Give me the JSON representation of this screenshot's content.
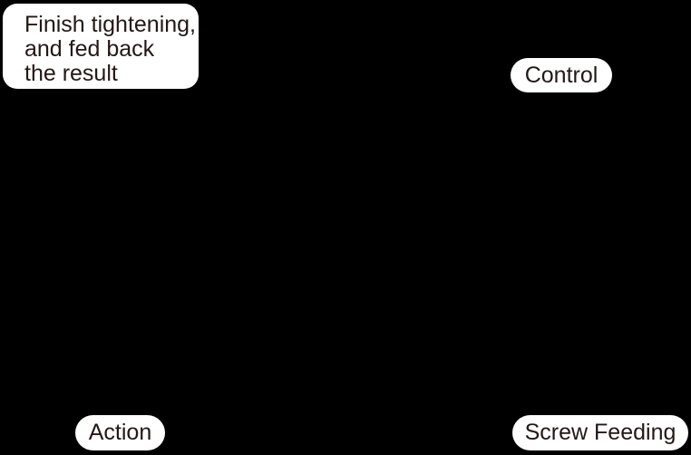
{
  "figure": {
    "background_color": "#000000",
    "label_background_color": "#ffffff",
    "label_text_color": "#231815",
    "annotation": {
      "text": "Finish tightening,\nand fed back\nthe result"
    },
    "labels": [
      {
        "id": "control",
        "text": "Control"
      },
      {
        "id": "action",
        "text": "Action"
      },
      {
        "id": "screw-feeding",
        "text": "Screw Feeding"
      }
    ]
  }
}
